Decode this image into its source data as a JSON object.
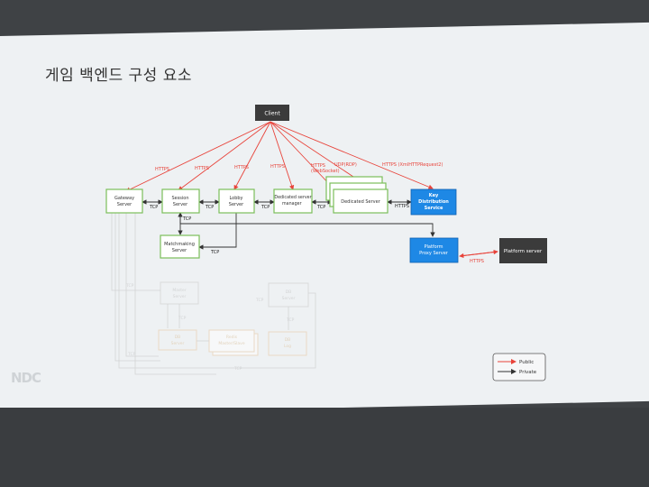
{
  "slide": {
    "title": "게임 백엔드 구성 요소",
    "watermark": "NDC"
  },
  "nodes": {
    "client": "Client",
    "gateway": [
      "Gateway",
      "Server"
    ],
    "session": [
      "Session",
      "Server"
    ],
    "lobby": [
      "Lobby",
      "Server"
    ],
    "dsm": [
      "Dedicated server",
      "manager"
    ],
    "dedicated": "Dedicated Server",
    "kds": [
      "Key",
      "Distribution",
      "Service"
    ],
    "matchmaking": [
      "Matchmaking",
      "Server"
    ],
    "platform_proxy": [
      "Platform",
      "Proxy Server"
    ],
    "platform_server": "Platform server",
    "faded_a": [
      "Master",
      "Server"
    ],
    "faded_b": [
      "DB",
      "Server"
    ],
    "faded_c": [
      "Redis",
      "Master/Slave"
    ],
    "faded_d": [
      "DB",
      "Server"
    ],
    "faded_e": [
      "DB",
      "Log"
    ]
  },
  "edges": {
    "https": "HTTPS",
    "https_ws": [
      "HTTPS",
      "(WebSocket)"
    ],
    "udp": "UDP(RDP)",
    "xhr": "HTTPS (XmlHTTPRequest2)",
    "tcp": "TCP"
  },
  "legend": {
    "public": "Public",
    "private": "Private"
  },
  "colors": {
    "public_edge": "#e8433a",
    "private_edge": "#333333",
    "green_box": "#7bbf5a",
    "blue_box": "#1e88e5",
    "dark_box": "#3b3b3b",
    "faded": "#d8c6a8"
  }
}
